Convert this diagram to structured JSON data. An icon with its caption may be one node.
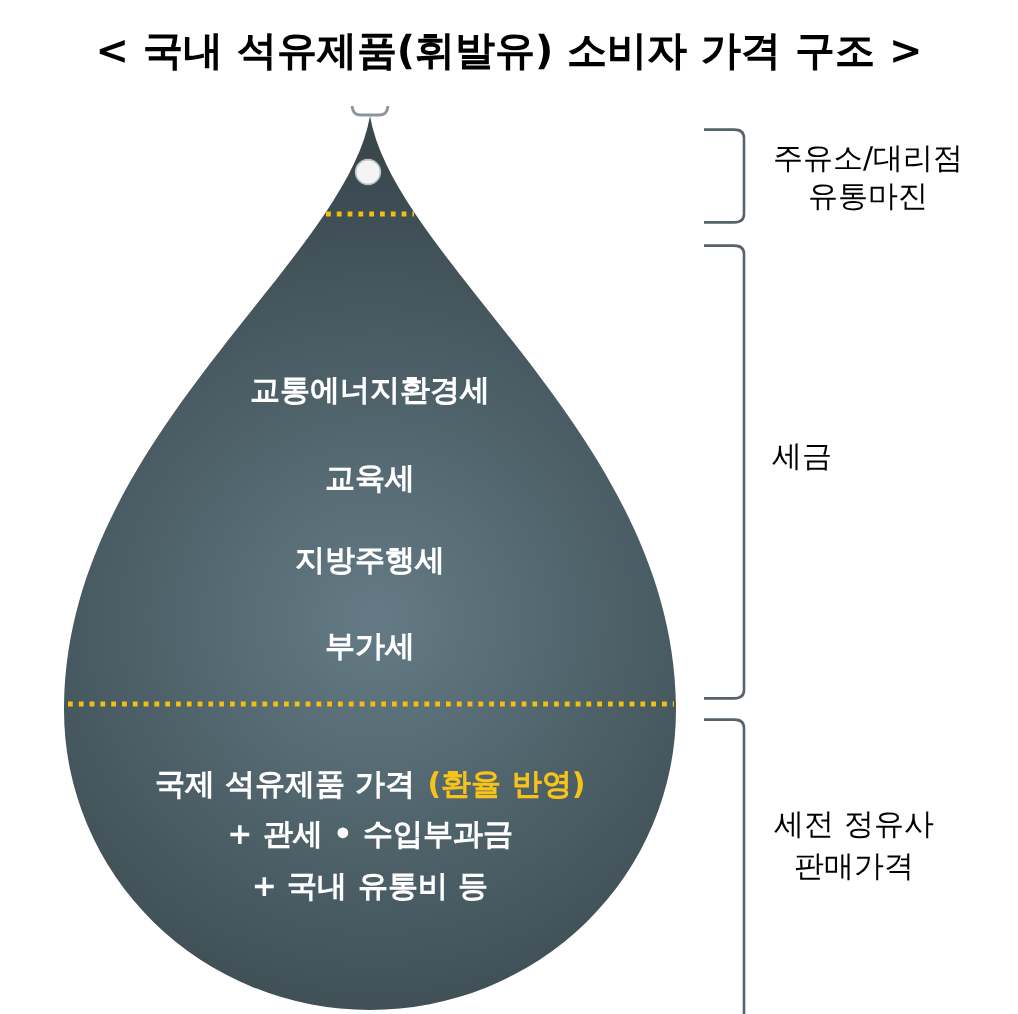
{
  "diagram": {
    "title": "< 국내 석유제품(휘발유) 소비자 가격 구조 >",
    "nodes": [
      {
        "text": [],
        "shape": "triangle",
        "beside": [
          "주유소/대리점 유통마진"
        ]
      },
      {
        "text": [
          "교통에너지환경세",
          "교육세",
          "지방주행세",
          "부가세"
        ],
        "beside": [
          "세금"
        ]
      },
      {
        "text": [
          "국제 석유제품 가격",
          "(환율 반영)",
          "+ 관세 • 수입부과금",
          "+ 국내 유통비 등"
        ],
        "beside": [
          "세전 정유사 판매가격"
        ]
      }
    ]
  }
}
